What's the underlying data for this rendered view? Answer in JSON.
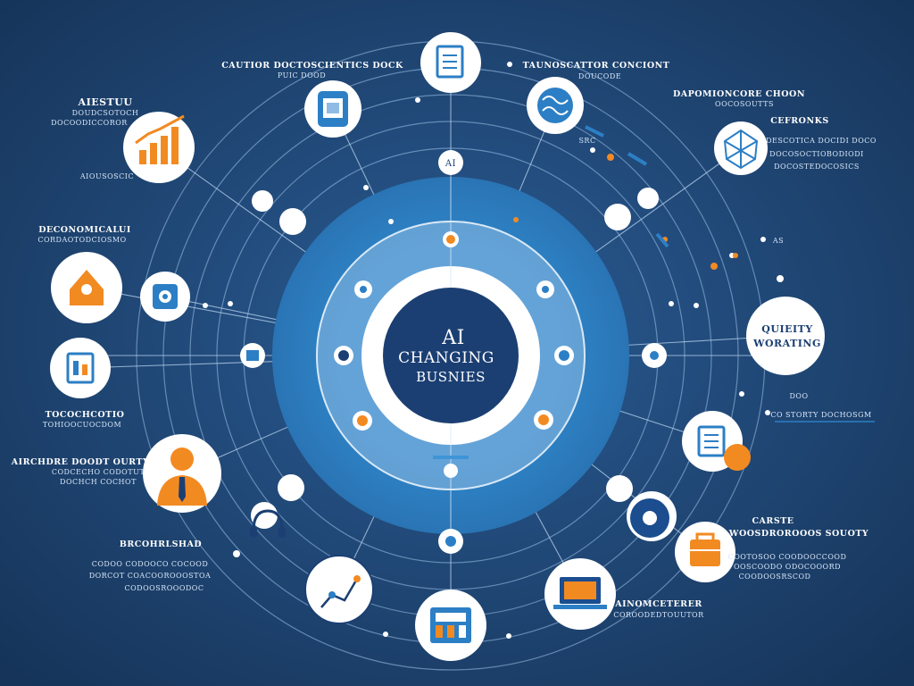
{
  "center": {
    "title_line1": "AI",
    "title_line2": "CHANGING",
    "title_line3": "BUSNIES"
  },
  "top_badge": "AI",
  "quality_node": {
    "line1": "QUIEITY",
    "line2": "WORATING"
  },
  "labels": {
    "top_left_title": "CAUTIOR DOCTOSCIENTICS DOCK",
    "top_left_sub": "PUIC DOOD",
    "top_right_title": "TAUNOSCATTOR CONCIONT",
    "top_right_sub": "DOUCODE",
    "right_top_title": "DAPOMIONCORE CHOON",
    "right_top_sub": "OOCOSOUTTS",
    "right_label": "CEFRONKS",
    "right_body_1": "DESCOTICA DOCIDI DOCO",
    "right_body_2": "DOCOSOCTIOBODIODI",
    "right_body_3": "DOCOSTEDOCOSICS",
    "left_top_title": "AIESTUU",
    "left_top_sub_1": "DOUDCSOTOCH",
    "left_top_sub_2": "DOCOODICCOROR",
    "left_top_sub_3": "AIOUSOSCIC",
    "left_mid_title": "DECONOMICALUI",
    "left_mid_sub": "CORDAOTODCIOSMO",
    "left_low_title": "TOCOCHCOTIO",
    "left_low_sub": "TOHIOOCUOCDOM",
    "left_bottom_title": "AIRCHDRE DOODT OURTY",
    "left_bottom_sub_1": "CODCECHO CODOTUT",
    "left_bottom_sub_2": "DOCHCH COCHOT",
    "bottom_left_title": "BRCOHRLSHAD",
    "bottom_left_sub_1": "CODOO CODOOCO COCOOD",
    "bottom_left_sub_2": "DORCOT COACOOROOOSTOA",
    "bottom_left_sub_3": "CODOOSROOODOC",
    "right_mid_small": "DOO",
    "right_mid_line": "CO STORTY DOCHOSGM",
    "right_low_title": "CARSTE",
    "right_low_sub": "WOOSDROROOOS SOUOTY",
    "right_bottom_1": "COOTOSOO COODOOCCOOD",
    "right_bottom_2": "OOSCOODO ODOCOOORD",
    "right_bottom_3": "COODOOSRSCOD",
    "bottom_right_title": "AINOMCETERER",
    "bottom_right_sub": "COROODEDTOUUTOR",
    "small_as": "AS",
    "small_right": "SRC"
  },
  "icons": [
    "document-icon",
    "tablet-icon",
    "brain-icon",
    "network-icon",
    "bar-chart-icon",
    "home-icon",
    "camera-icon",
    "dashboard-icon",
    "businessman-icon",
    "checklist-icon",
    "toolbox-icon",
    "calculator-icon",
    "laptop-icon",
    "circuit-icon",
    "headphones-icon",
    "gear-icon"
  ],
  "colors": {
    "background": "#1d3d6b",
    "ring_blue": "#2f86c9",
    "ring_light": "#c4daef",
    "core": "#1b3f73",
    "accent_orange": "#f28a22",
    "accent_blue": "#2c7fc5",
    "line": "#9ec3e8"
  }
}
